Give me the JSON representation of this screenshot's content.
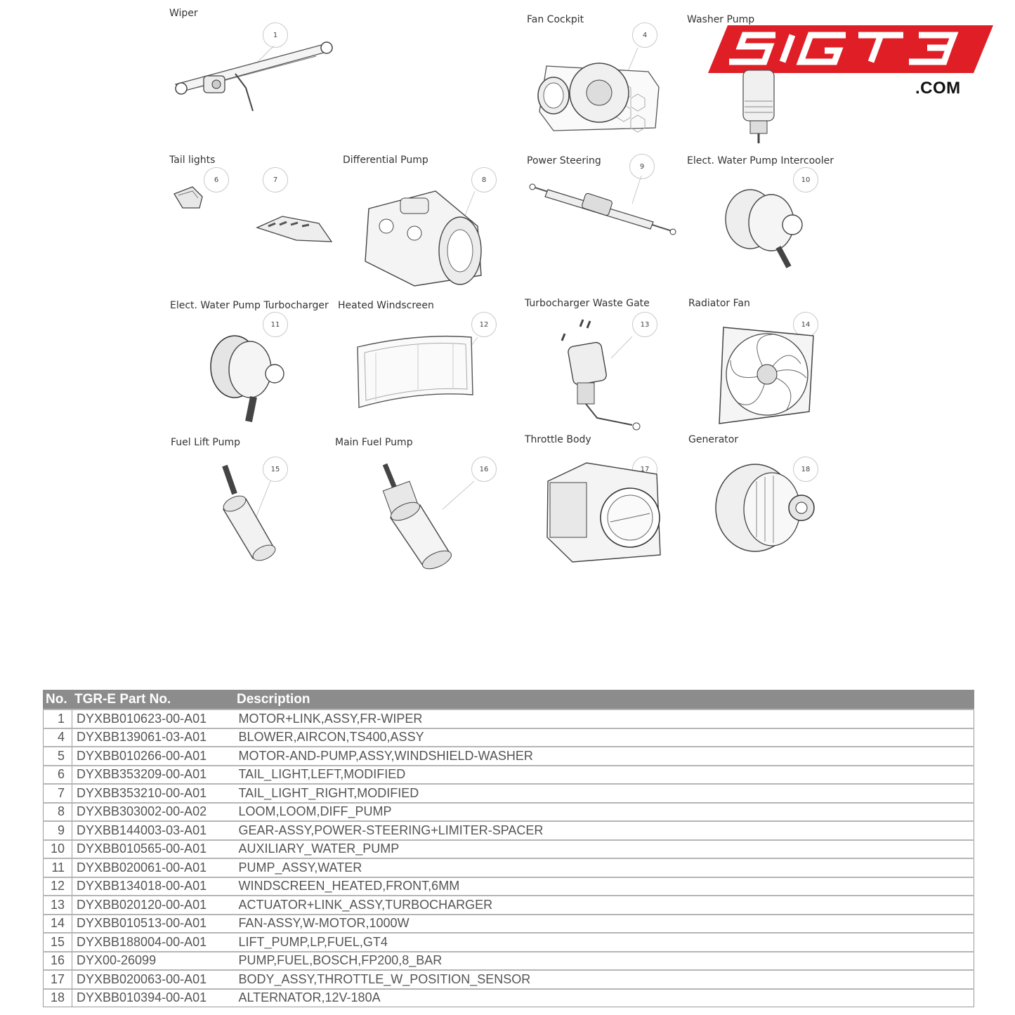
{
  "brand": {
    "logo_text": "SIGT3",
    "logo_suffix": ".COM",
    "logo_color": "#e01e26"
  },
  "parts": [
    {
      "title": "Wiper",
      "callouts": [
        "1"
      ],
      "icon": "wiper-linkage-icon"
    },
    {
      "title": "Fan Cockpit",
      "callouts": [
        "4"
      ],
      "icon": "blower-fan-icon"
    },
    {
      "title": "Washer Pump",
      "callouts": [],
      "icon": "washer-pump-icon"
    },
    {
      "title": "Tail lights",
      "callouts": [
        "6",
        "7"
      ],
      "icon": "tail-light-icon"
    },
    {
      "title": "Differential Pump",
      "callouts": [
        "8"
      ],
      "icon": "differential-pump-icon"
    },
    {
      "title": "Power Steering",
      "callouts": [
        "9"
      ],
      "icon": "steering-rack-icon"
    },
    {
      "title": "Elect. Water Pump Intercooler",
      "callouts": [
        "10"
      ],
      "icon": "water-pump-icon"
    },
    {
      "title": "Elect. Water Pump Turbocharger",
      "callouts": [
        "11"
      ],
      "icon": "water-pump-icon"
    },
    {
      "title": "Heated Windscreen",
      "callouts": [
        "12"
      ],
      "icon": "windscreen-icon"
    },
    {
      "title": "Turbocharger Waste Gate",
      "callouts": [
        "13"
      ],
      "icon": "wastegate-actuator-icon"
    },
    {
      "title": "Radiator Fan",
      "callouts": [
        "14"
      ],
      "icon": "radiator-fan-icon"
    },
    {
      "title": "Fuel Lift Pump",
      "callouts": [
        "15"
      ],
      "icon": "fuel-pump-icon"
    },
    {
      "title": "Main Fuel Pump",
      "callouts": [
        "16"
      ],
      "icon": "fuel-pump-icon"
    },
    {
      "title": "Throttle Body",
      "callouts": [
        "17"
      ],
      "icon": "throttle-body-icon"
    },
    {
      "title": "Generator",
      "callouts": [
        "18"
      ],
      "icon": "alternator-icon"
    }
  ],
  "table": {
    "headers": [
      "No.",
      "TGR-E Part No.",
      "Description"
    ],
    "rows": [
      [
        "1",
        "DYXBB010623-00-A01",
        "MOTOR+LINK,ASSY,FR-WIPER"
      ],
      [
        "4",
        "DYXBB139061-03-A01",
        "BLOWER,AIRCON,TS400,ASSY"
      ],
      [
        "5",
        "DYXBB010266-00-A01",
        "MOTOR-AND-PUMP,ASSY,WINDSHIELD-WASHER"
      ],
      [
        "6",
        "DYXBB353209-00-A01",
        "TAIL_LIGHT,LEFT,MODIFIED"
      ],
      [
        "7",
        "DYXBB353210-00-A01",
        "TAIL_LIGHT_RIGHT,MODIFIED"
      ],
      [
        "8",
        "DYXBB303002-00-A02",
        "LOOM,LOOM,DIFF_PUMP"
      ],
      [
        "9",
        "DYXBB144003-03-A01",
        "GEAR-ASSY,POWER-STEERING+LIMITER-SPACER"
      ],
      [
        "10",
        "DYXBB010565-00-A01",
        "AUXILIARY_WATER_PUMP"
      ],
      [
        "11",
        "DYXBB020061-00-A01",
        "PUMP_ASSY,WATER"
      ],
      [
        "12",
        "DYXBB134018-00-A01",
        "WINDSCREEN_HEATED,FRONT,6MM"
      ],
      [
        "13",
        "DYXBB020120-00-A01",
        "ACTUATOR+LINK_ASSY,TURBOCHARGER"
      ],
      [
        "14",
        "DYXBB010513-00-A01",
        "FAN-ASSY,W-MOTOR,1000W"
      ],
      [
        "15",
        "DYXBB188004-00-A01",
        "LIFT_PUMP,LP,FUEL,GT4"
      ],
      [
        "16",
        "DYX00-26099",
        "PUMP,FUEL,BOSCH,FP200,8_BAR"
      ],
      [
        "17",
        "DYXBB020063-00-A01",
        "BODY_ASSY,THROTTLE_W_POSITION_SENSOR"
      ],
      [
        "18",
        "DYXBB010394-00-A01",
        "ALTERNATOR,12V-180A"
      ]
    ]
  }
}
